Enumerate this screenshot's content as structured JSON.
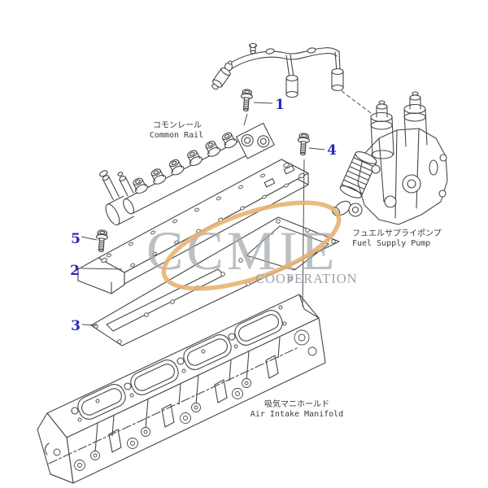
{
  "watermark": {
    "text": "CCMIE",
    "subtext": "COOPERATION"
  },
  "parts_labels": {
    "common_rail": {
      "ja": "コモンレール",
      "en": "Common Rail"
    },
    "fuel_supply_pump": {
      "ja": "フュエルサプライポンプ",
      "en": "Fuel Supply Pump"
    },
    "air_intake_manifold": {
      "ja": "吸気マニホールド",
      "en": "Air Intake Manifold"
    }
  },
  "callouts": [
    {
      "num": "1"
    },
    {
      "num": "2"
    },
    {
      "num": "3"
    },
    {
      "num": "4"
    },
    {
      "num": "5"
    }
  ],
  "colors": {
    "line": "#474747",
    "callout_blue": "#2828b4",
    "watermark_gray": "#a2a8ae",
    "watermark_gold": "#e6b26e",
    "background": "#ffffff"
  }
}
